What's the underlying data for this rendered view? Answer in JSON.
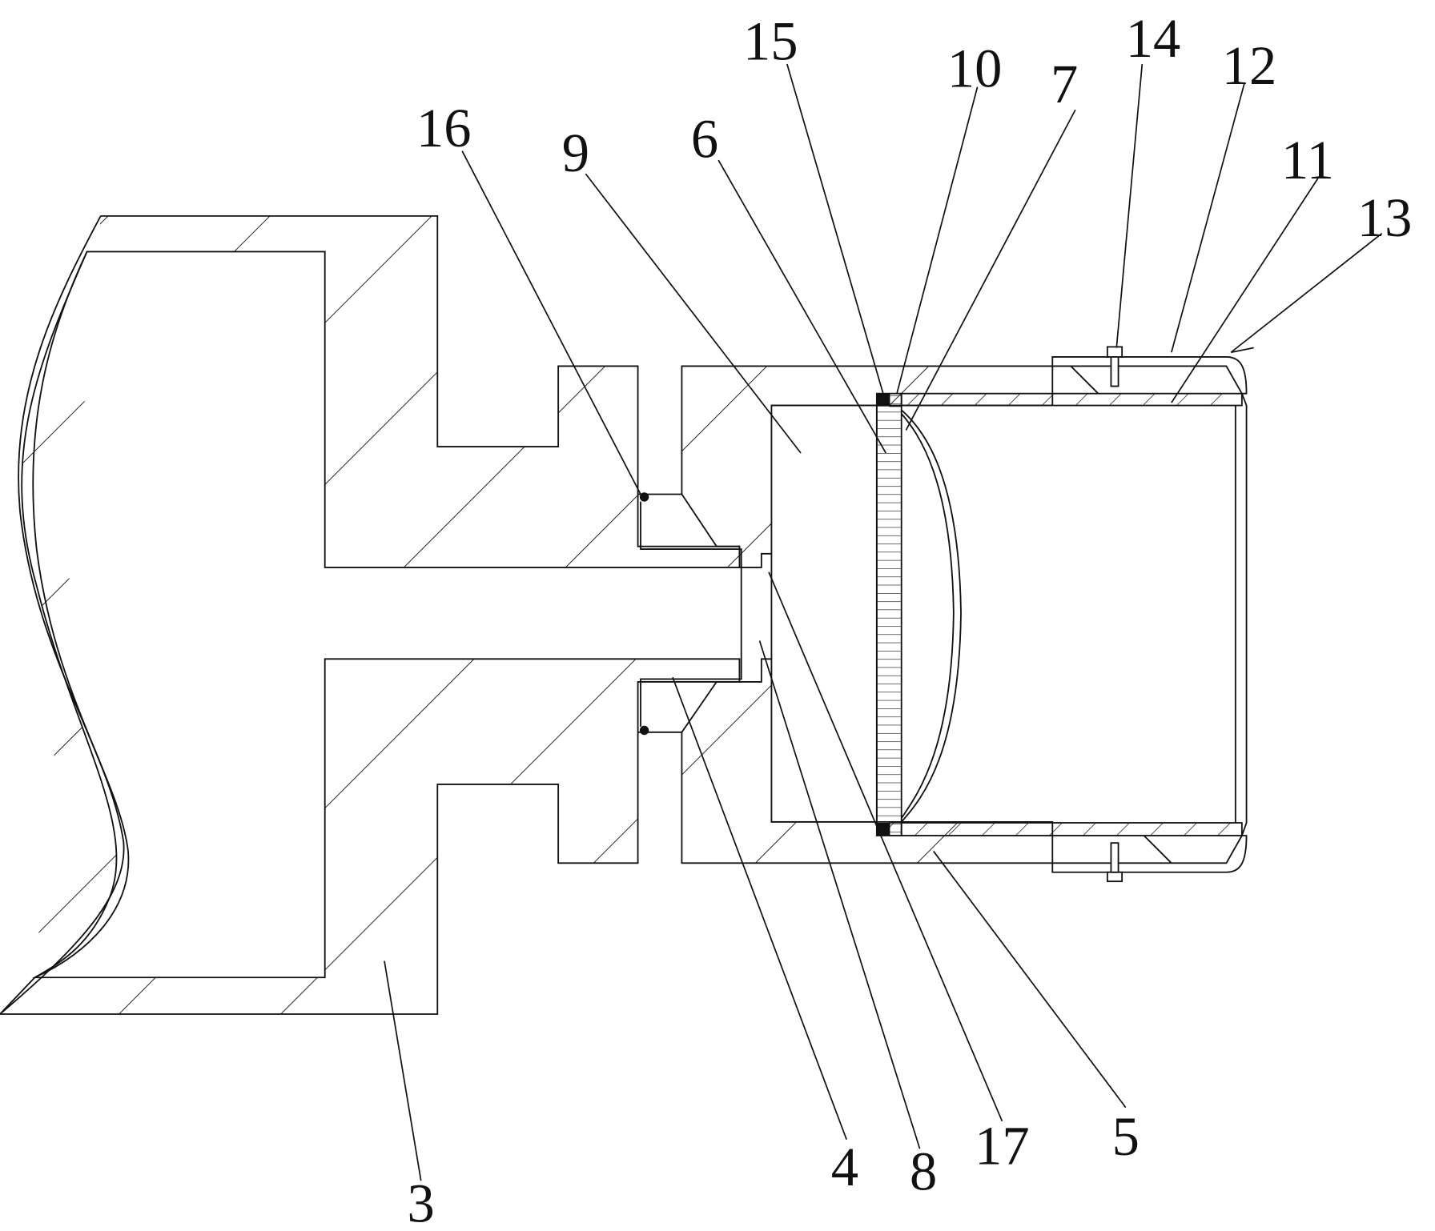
{
  "figure": {
    "labels": {
      "l3": "3",
      "l4": "4",
      "l5": "5",
      "l6": "6",
      "l7": "7",
      "l8": "8",
      "l9": "9",
      "l10": "10",
      "l11": "11",
      "l12": "12",
      "l13": "13",
      "l14": "14",
      "l15": "15",
      "l16": "16",
      "l17": "17"
    },
    "colors": {
      "line": "#111111",
      "background": "#ffffff"
    }
  }
}
